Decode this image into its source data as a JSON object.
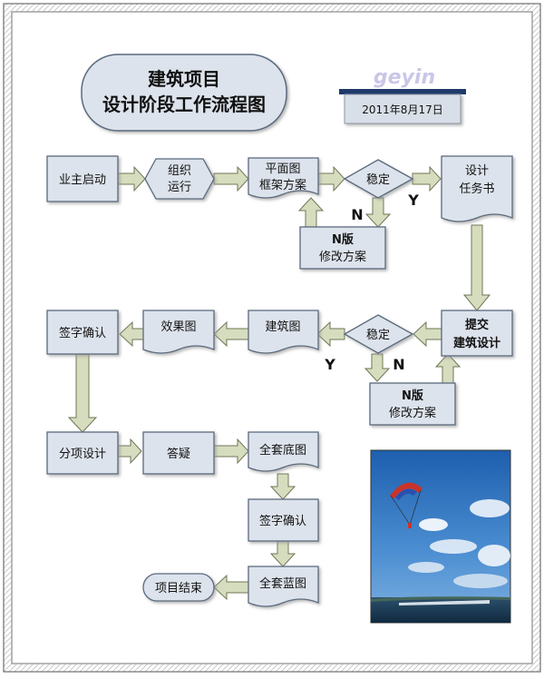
{
  "title": {
    "line1": "建筑项目",
    "line2": "设计阶段工作流程图"
  },
  "watermark": "geyin",
  "date": "2011年8月17日",
  "nodes": {
    "owner_start": "业主启动",
    "organize": [
      "组织",
      "运行"
    ],
    "floor_plan": [
      "平面图",
      "框架方案"
    ],
    "stable1": "稳定",
    "design_brief": [
      "设计",
      "任务书"
    ],
    "revise1": [
      "N版",
      "修改方案"
    ],
    "submit_design": [
      "提交",
      "建筑设计"
    ],
    "stable2": "稳定",
    "arch_drawing": "建筑图",
    "effect_drawing": "效果图",
    "sign_confirm1": "签字确认",
    "revise2": [
      "N版",
      "修改方案"
    ],
    "sub_design": "分项设计",
    "qa": "答疑",
    "full_base": "全套底图",
    "sign_confirm2": "签字确认",
    "full_blue": "全套蓝图",
    "project_end": "项目结束"
  },
  "labels": {
    "yes": "Y",
    "no": "N"
  },
  "colors": {
    "page_bg": "#ffffff",
    "frame_border": "#8a8a8a",
    "node_fill": "#dde3ec",
    "node_stroke": "#5a6a7e",
    "arrow_fill": "#d6ddbf",
    "arrow_stroke": "#6f7656",
    "date_bar": "#1f3a6a",
    "date_fill": "#d9dfe8",
    "watermark": "#c9c6e8"
  },
  "icons": {
    "photo": "parasail-over-sea-image"
  }
}
